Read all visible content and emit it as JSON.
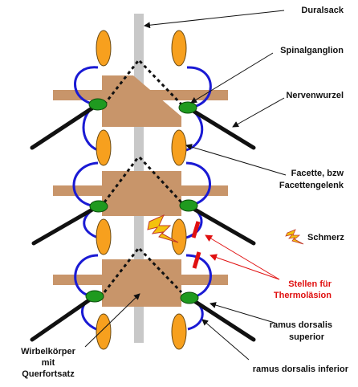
{
  "labels": {
    "duralsack": "Duralsack",
    "spinalganglion": "Spinalganglion",
    "nervenwurzel": "Nervenwurzel",
    "facette_line1": "Facette, bzw",
    "facette_line2": "Facettengelenk",
    "schmerz": "Schmerz",
    "stellen_line1": "Stellen für",
    "stellen_line2": "Thermoläsion",
    "ramus_sup_line1": "ramus dorsalis",
    "ramus_sup_line2": "superior",
    "ramus_inf": "ramus dorsalis inferior",
    "wirbel_line1": "Wirbelkörper",
    "wirbel_line2": "mit",
    "wirbel_line3": "Querfortsatz"
  },
  "colors": {
    "vertebra": "#c8956a",
    "facet": "#f7a01e",
    "facet_outline": "#6b4a12",
    "ganglion": "#1f9a1f",
    "nerve": "#1a1ad4",
    "root": "#111111",
    "dural": "#c8c8c8",
    "lesion": "#e01010",
    "lightning": "#f4c20d"
  },
  "icons": {
    "pain": "lightning-icon"
  }
}
